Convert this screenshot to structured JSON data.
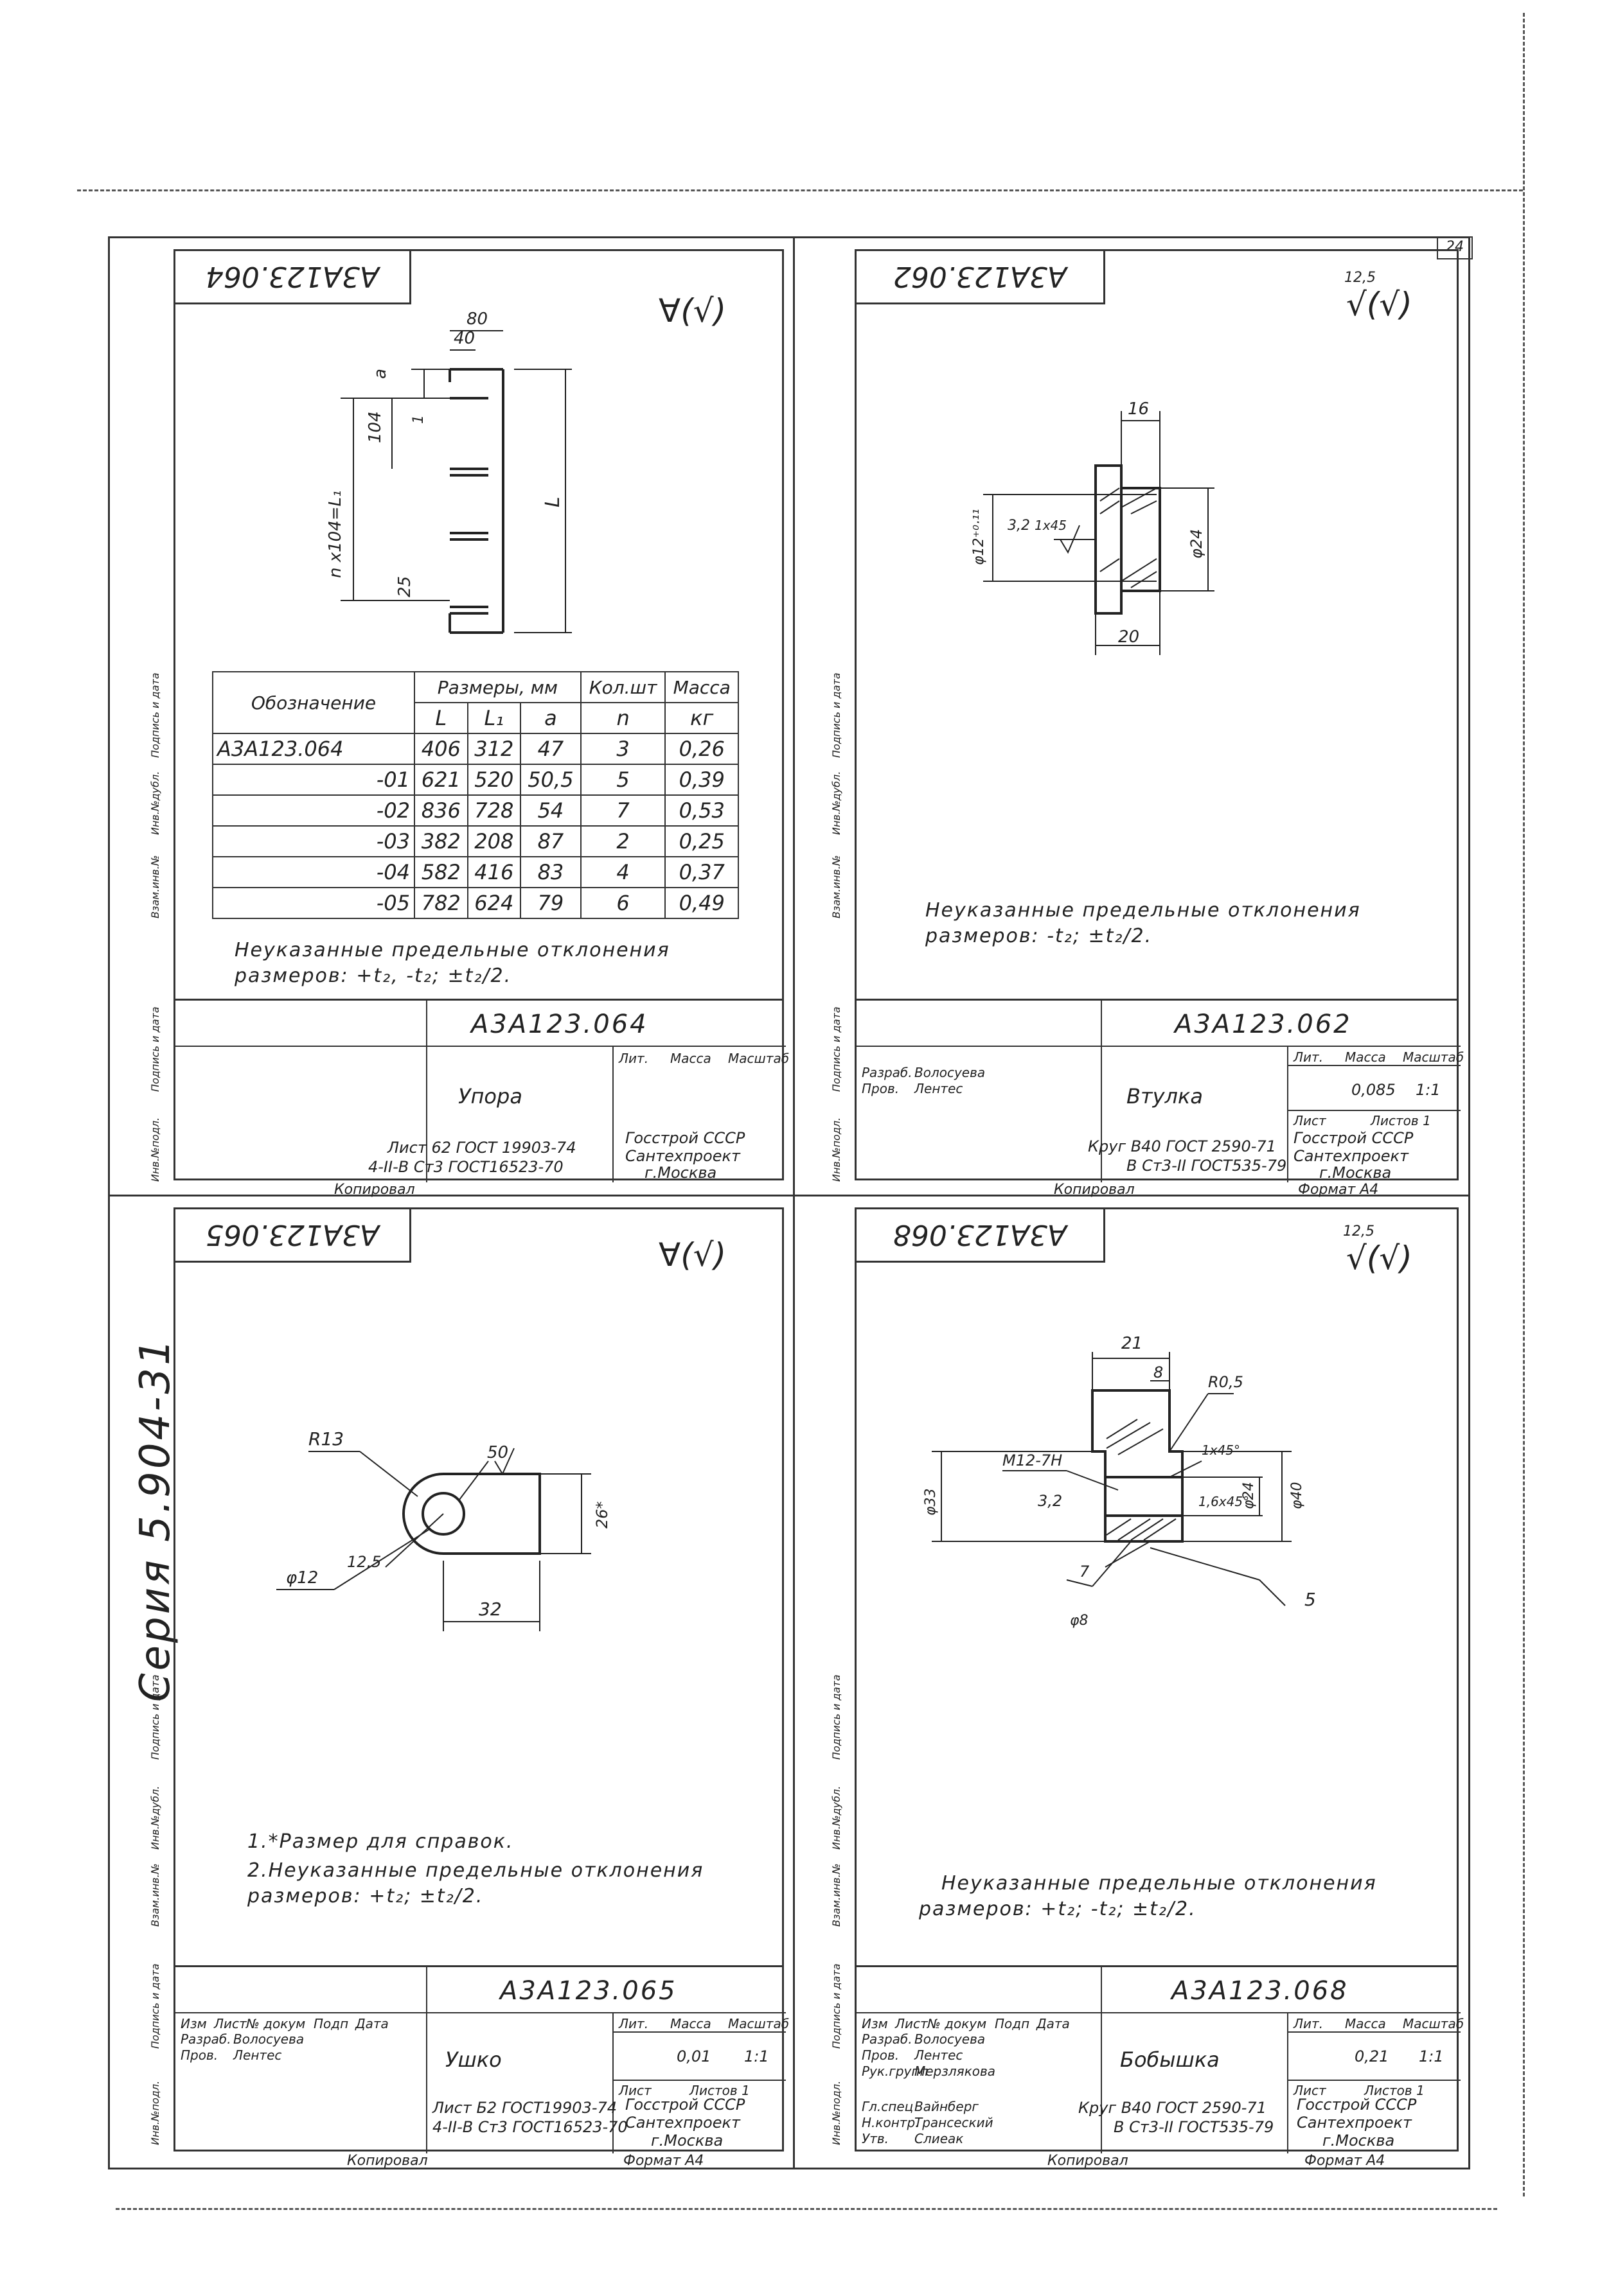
{
  "page_number": "24",
  "series": "Серия 5.904-31",
  "side_labels": [
    "Инв.№подл.",
    "Подпись и дата",
    "Взам.инв.№",
    "Инв.№дубл.",
    "Подпись и дата"
  ],
  "footer": {
    "copied": "Копировал",
    "format": "Формат А4"
  },
  "sheets": [
    {
      "code": "А3А123.064",
      "roughness": "∀(√)",
      "drawing": {
        "dims": [
          "80",
          "40",
          "a",
          "104",
          "L",
          "n x104=L₁",
          "25",
          "1"
        ]
      },
      "table": {
        "header": {
          "designation": "Обозначение",
          "sizes": "Размеры, мм",
          "qty": "Кол.шт",
          "mass": "Масса"
        },
        "subheader": [
          "L",
          "L₁",
          "a",
          "n",
          "кг"
        ],
        "rows": [
          [
            "А3А123.064",
            "406",
            "312",
            "47",
            "3",
            "0,26"
          ],
          [
            "-01",
            "621",
            "520",
            "50,5",
            "5",
            "0,39"
          ],
          [
            "-02",
            "836",
            "728",
            "54",
            "7",
            "0,53"
          ],
          [
            "-03",
            "382",
            "208",
            "87",
            "2",
            "0,25"
          ],
          [
            "-04",
            "582",
            "416",
            "83",
            "4",
            "0,37"
          ],
          [
            "-05",
            "782",
            "624",
            "79",
            "6",
            "0,49"
          ]
        ]
      },
      "notes": [
        "Неуказанные предельные отклонения",
        "размеров: +t₂, -t₂; ±t₂/2."
      ],
      "title_block": {
        "code": "А3А123.064",
        "name": "Упора",
        "material": "Лист 62 ГОСТ 19903-74",
        "material2": "4-II-В Ст3 ГОСТ16523-70",
        "org": "Госстрой СССР",
        "org2": "Сантехпроект",
        "city": "г.Москва",
        "mass": "",
        "scale": ""
      }
    },
    {
      "code": "А3А123.062",
      "roughness": "√(√)",
      "roughness_value": "12,5",
      "drawing": {
        "dims": [
          "16",
          "φ12⁺⁰·¹¹",
          "3,2",
          "1x45",
          "φ24",
          "20"
        ]
      },
      "notes": [
        "Неуказанные предельные отклонения",
        "размеров: -t₂; ±t₂/2."
      ],
      "title_block": {
        "code": "А3А123.062",
        "name": "Втулка",
        "material": "Круг В40 ГОСТ 2590-71",
        "material2": "В Ст3-II ГОСТ535-79",
        "org": "Госстрой СССР",
        "org2": "Сантехпроект",
        "city": "г.Москва",
        "mass": "0,085",
        "scale": "1:1",
        "sheet": "Лист",
        "sheets": "Листов 1"
      }
    },
    {
      "code": "А3А123.065",
      "roughness": "∀(√)",
      "drawing": {
        "dims": [
          "R13",
          "50",
          "26*",
          "12,5",
          "φ12",
          "32"
        ]
      },
      "notes": [
        "1.*Размер для справок.",
        "2.Неуказанные предельные отклонения",
        "размеров: +t₂; ±t₂/2."
      ],
      "title_block": {
        "code": "А3А123.065",
        "name": "Ушко",
        "material": "Лист Б2 ГОСТ19903-74",
        "material2": "4-II-В Ст3 ГОСТ16523-70",
        "org": "Госстрой СССР",
        "org2": "Сантехпроект",
        "city": "г.Москва",
        "mass": "0,01",
        "scale": "1:1",
        "sheet": "Лист",
        "sheets": "Листов 1"
      }
    },
    {
      "code": "А3А123.068",
      "roughness": "√(√)",
      "roughness_value": "12,5",
      "drawing": {
        "dims": [
          "21",
          "8",
          "R0,5",
          "1x45°",
          "M12-7H",
          "3,2",
          "1,6x45°",
          "φ33",
          "φ24",
          "φ40",
          "7",
          "φ8",
          "5"
        ]
      },
      "notes": [
        "Неуказанные предельные отклонения",
        "размеров: +t₂; -t₂; ±t₂/2."
      ],
      "title_block": {
        "code": "А3А123.068",
        "name": "Бобышка",
        "material": "Круг В40 ГОСТ 2590-71",
        "material2": "В Ст3-II ГОСТ535-79",
        "org": "Госстрой СССР",
        "org2": "Сантехпроект",
        "city": "г.Москва",
        "mass": "0,21",
        "scale": "1:1",
        "sheet": "Лист",
        "sheets": "Листов 1"
      }
    }
  ],
  "tb_headers": {
    "lit": "Лит.",
    "mass": "Масса",
    "scale": "Масштаб",
    "rows": [
      "Изм",
      "Лист",
      "№ докум",
      "Подп",
      "Дата"
    ],
    "roles": [
      "Разраб.",
      "Пров.",
      "Рук.групп",
      "Гл.спец",
      "Н.контр.",
      "Утв."
    ],
    "people": [
      "Волосуева",
      "Лентес",
      "Мерзлякова",
      "Вайнберг",
      "Трансеский",
      "Слиеак"
    ]
  }
}
